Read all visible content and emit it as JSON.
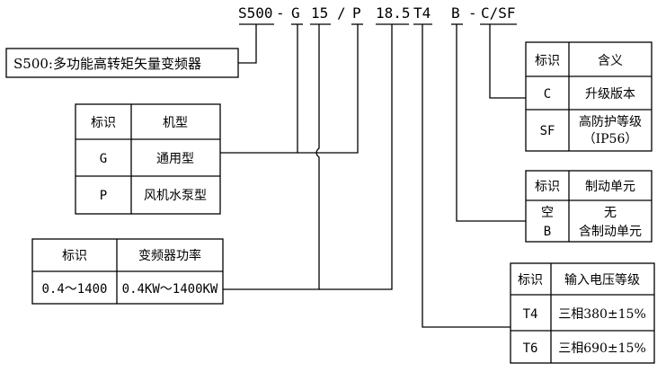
{
  "model_code": {
    "s500": "S500",
    "dash1": "-",
    "g": "G",
    "n15": "15",
    "slash": "/",
    "p": "P",
    "n185": "18.5",
    "t4": "T4",
    "b": "B",
    "dash2": "-",
    "csf": "C/SF"
  },
  "series_box": {
    "text": "S500:多功能高转矩矢量变频器"
  },
  "type_table": {
    "header_id": "标识",
    "header_meaning": "机型",
    "rows": [
      {
        "id": "G",
        "meaning": "通用型"
      },
      {
        "id": "P",
        "meaning": "风机水泵型"
      }
    ]
  },
  "power_table": {
    "header_id": "标识",
    "header_meaning": "变频器功率",
    "row": {
      "id": "0.4～1400",
      "meaning": "0.4KW～1400KW"
    }
  },
  "option_table": {
    "header_id": "标识",
    "header_meaning": "含义",
    "rows": [
      {
        "id": "C",
        "meaning": "升级版本"
      },
      {
        "id": "SF",
        "meaning_line1": "高防护等级",
        "meaning_line2": "（IP56）"
      }
    ]
  },
  "brake_table": {
    "header_id": "标识",
    "header_meaning": "制动单元",
    "rows": [
      {
        "id": "空",
        "meaning": "无"
      },
      {
        "id": "B",
        "meaning": "含制动单元"
      }
    ]
  },
  "voltage_table": {
    "header_id": "标识",
    "header_meaning": "输入电压等级",
    "rows": [
      {
        "id": "T4",
        "meaning": "三相380±15%"
      },
      {
        "id": "T6",
        "meaning": "三相690±15%"
      }
    ]
  }
}
